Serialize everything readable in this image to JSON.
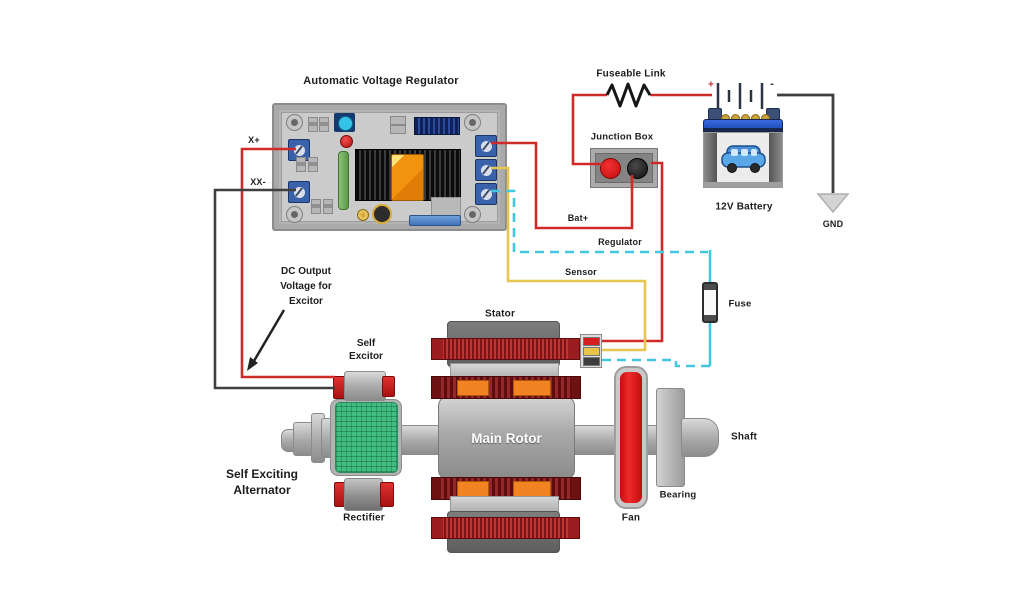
{
  "labels": {
    "avr_title": "Automatic Voltage Regulator",
    "x_plus": "X+",
    "xx_minus": "XX-",
    "fuseable_link": "Fuseable Link",
    "junction_box": "Junction Box",
    "bat_plus": "Bat+",
    "regulator": "Regulator",
    "sensor": "Sensor",
    "fuse": "Fuse",
    "battery": "12V Battery",
    "gnd": "GND",
    "battery_plus": "+",
    "battery_minus": "-",
    "dc_output_line1": "DC Output",
    "dc_output_line2": "Voltage for",
    "dc_output_line3": "Excitor",
    "self_excitor_line1": "Self",
    "self_excitor_line2": "Excitor",
    "stator": "Stator",
    "main_rotor": "Main Rotor",
    "shaft": "Shaft",
    "bearing": "Bearing",
    "fan": "Fan",
    "rectifier": "Rectifier",
    "alternator_line1": "Self Exciting",
    "alternator_line2": "Alternator"
  },
  "colors": {
    "wire_positive_red": "#d02a28",
    "wire_negative_black": "#3f3f3f",
    "wire_sensor_yellow": "#e6c550",
    "wire_regulator_cyan": "#41c7df",
    "winding_red": "#b02425",
    "rotor_pad_orange": "#f28322",
    "excitor_green": "#42bd82",
    "fan_red": "#dd1212",
    "battery_band_blue": "#2a5bd7",
    "terminal_blue": "#3a62aa",
    "pcb_gray": "#cbcbcb"
  }
}
